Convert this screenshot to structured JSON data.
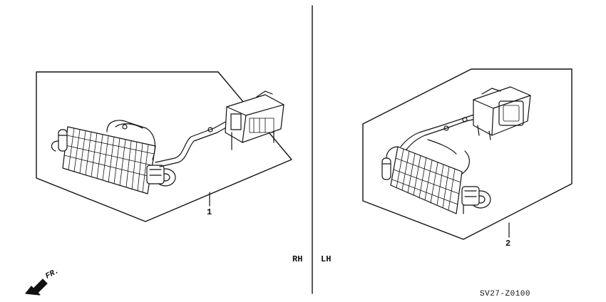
{
  "callouts": {
    "kit_1": "1",
    "kit_2": "2"
  },
  "sides": {
    "right": "RH",
    "left": "LH"
  },
  "front_arrow": {
    "label": "FR.",
    "icon": "front-direction-arrow-icon"
  },
  "diagram_code": "SV27-Z0100",
  "colors": {
    "line": "#111111",
    "background": "#ffffff"
  }
}
